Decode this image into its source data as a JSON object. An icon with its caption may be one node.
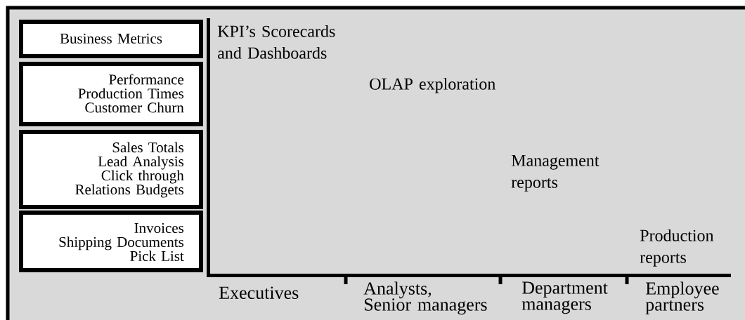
{
  "diagram": {
    "nodes": [
      {
        "text": [
          "Business Metrics"
        ]
      },
      {
        "text": [
          "Performance Production Times Customer Churn"
        ]
      },
      {
        "text": [
          "Sales Totals Lead Analysis Click through Relations Budgets"
        ]
      },
      {
        "text": [
          "Invoices Shipping Documents Pick List"
        ]
      }
    ],
    "labels": [
      "KPI’s Scorecards and Dashboards",
      "OLAP exploration",
      "Management reports",
      "Production reports",
      "Executives",
      "Analysts, Senior managers",
      "Department managers",
      "Employee partners"
    ]
  }
}
